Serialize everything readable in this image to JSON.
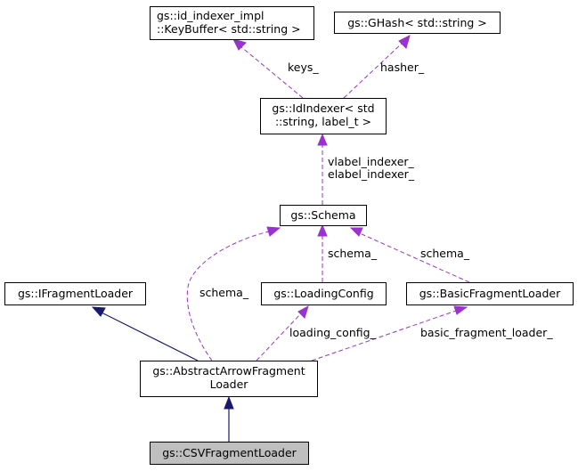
{
  "nodes": {
    "keybuffer": {
      "line1": "gs::id_indexer_impl",
      "line2": "::KeyBuffer< std::string >"
    },
    "ghash": {
      "label": "gs::GHash< std::string >"
    },
    "idindexer": {
      "line1": "gs::IdIndexer< std",
      "line2": "::string, label_t >"
    },
    "schema": {
      "label": "gs::Schema"
    },
    "ifragmentloader": {
      "label": "gs::IFragmentLoader"
    },
    "loadingconfig": {
      "label": "gs::LoadingConfig"
    },
    "basicfragmentloader": {
      "label": "gs::BasicFragmentLoader"
    },
    "abstractarrow": {
      "line1": "gs::AbstractArrowFragment",
      "line2": "Loader"
    },
    "csvfragmentloader": {
      "label": "gs::CSVFragmentLoader"
    }
  },
  "edge_labels": {
    "keys": "keys_",
    "hasher": "hasher_",
    "vlabel_indexer": "vlabel_indexer_",
    "elabel_indexer": "elabel_indexer_",
    "schema_left": "schema_",
    "schema_mid": "schema_",
    "schema_right": "schema_",
    "loading_config": "loading_config_",
    "basic_fragment_loader": "basic_fragment_loader_"
  },
  "colors": {
    "usage_edge": "#9a32cd",
    "inheritance_edge": "#191970",
    "focus_node_fill": "#bfbfbf"
  }
}
